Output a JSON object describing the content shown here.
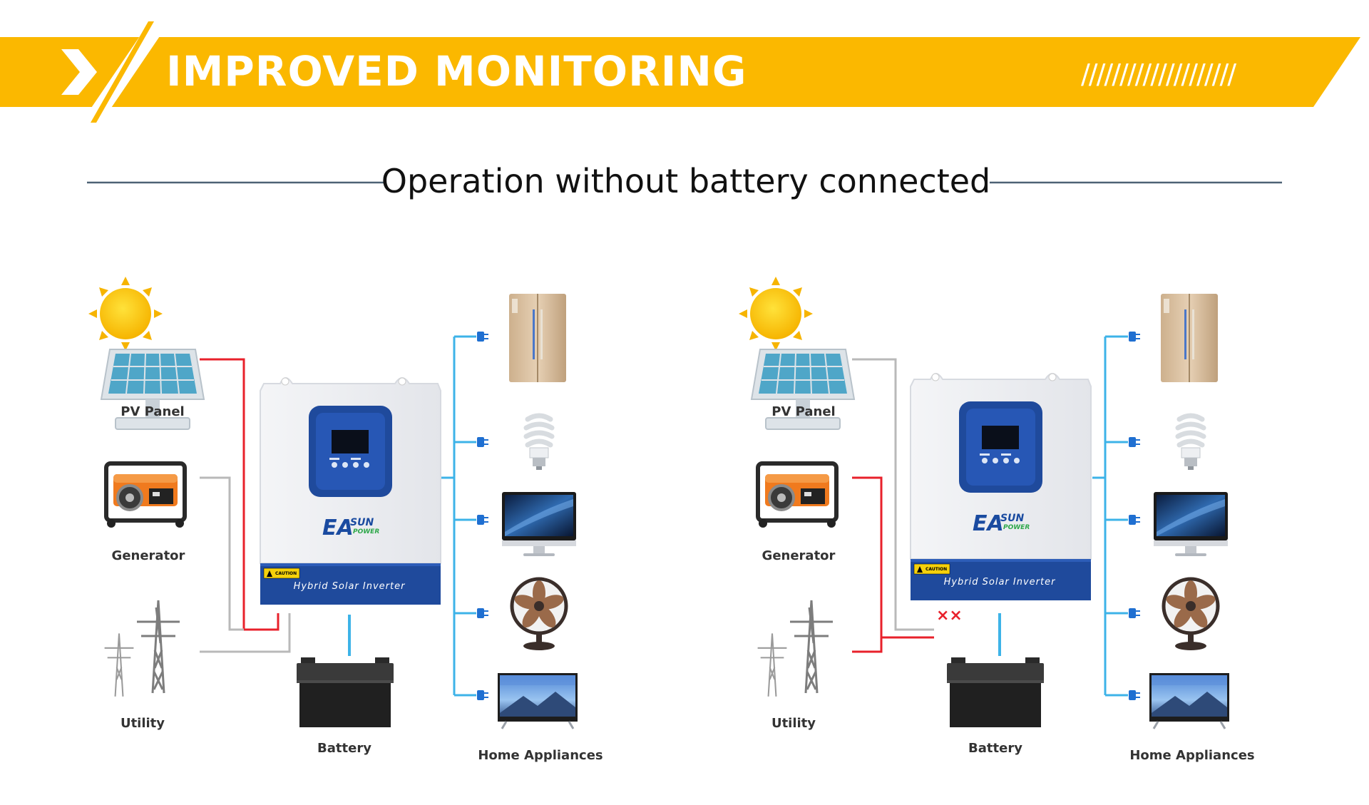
{
  "banner": {
    "title": "IMPROVED MONITORING",
    "chevron_icon": "chevron-right-icon",
    "stripes": "////////////////////",
    "color": "#FBB800"
  },
  "subtitle": "Operation without battery connected",
  "diagrams": [
    {
      "pv_label": "PV Panel",
      "generator_label": "Generator",
      "utility_label": "Utility",
      "battery_label": "Battery",
      "appliances_label": "Home Appliances",
      "inverter": {
        "brand_main": "EA",
        "brand_sun": "SUN",
        "brand_power": "POWER",
        "model": "Hybrid Solar Inverter",
        "caution": "CAUTION"
      },
      "pv_line_color": "#E8212B",
      "grid_line_color": "#B9B9B9"
    },
    {
      "pv_label": "PV Panel",
      "generator_label": "Generator",
      "utility_label": "Utility",
      "battery_label": "Battery",
      "appliances_label": "Home Appliances",
      "inverter": {
        "brand_main": "EA",
        "brand_sun": "SUN",
        "brand_power": "POWER",
        "model": "Hybrid Solar Inverter",
        "caution": "CAUTION"
      },
      "pv_line_color": "#B9B9B9",
      "grid_line_color": "#E8212B",
      "disconnect_mark": "××"
    }
  ],
  "colors": {
    "load_line": "#3DB3E8",
    "battery_link": "#3DB3E8",
    "inverter_band": "#1F4A9C"
  }
}
